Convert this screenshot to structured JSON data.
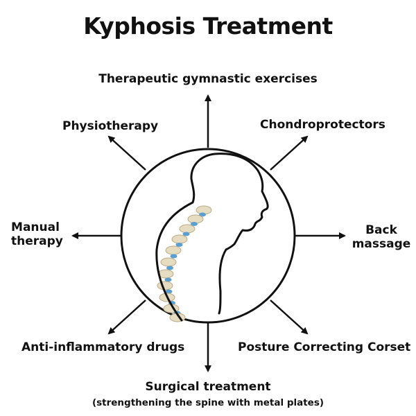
{
  "title": "Kyphosis Treatment",
  "treatments": {
    "top": "Therapeutic gymnastic exercises",
    "top_left": "Physiotherapy",
    "top_right": "Chondroprotectors",
    "left_line1": "Manual",
    "left_line2": "therapy",
    "right_line1": "Back",
    "right_line2": "massage",
    "bottom_left": "Anti-inflammatory drugs",
    "bottom_right": "Posture Correcting Corset",
    "bottom": "Surgical treatment",
    "bottom_note": "(strengthening the spine with metal plates)"
  },
  "colors": {
    "stroke": "#111111",
    "vertebra_bone": "#e6dcc2",
    "vertebra_disc": "#5b9fd0"
  },
  "icons": [
    "kyphosis-silhouette",
    "spine-vertebrae",
    "arrow"
  ]
}
